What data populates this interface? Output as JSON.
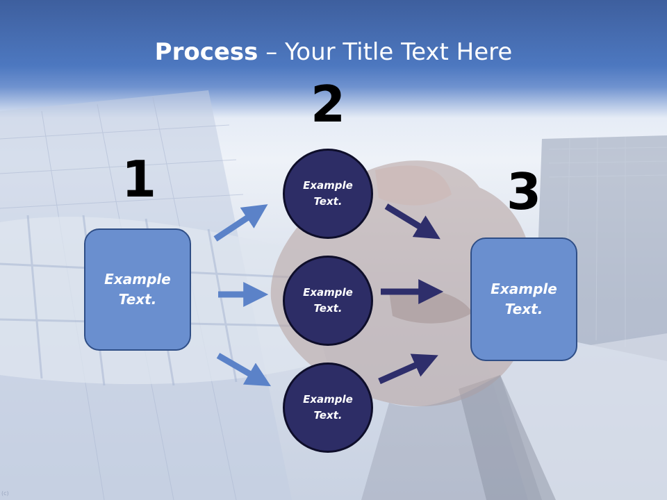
{
  "title": {
    "bold": "Process",
    "dash": " – ",
    "rest": "Your Title Text Here"
  },
  "steps": [
    {
      "number": "1",
      "text": "Example\nText."
    },
    {
      "number": "2",
      "items": [
        "Example\nText.",
        "Example\nText.",
        "Example\nText."
      ]
    },
    {
      "number": "3",
      "text": "Example\nText."
    }
  ],
  "colors": {
    "header": "#4d78c0",
    "box": "#6a8fcf",
    "circle": "#2d2d66",
    "arrow_light": "#5b82c8",
    "arrow_dark": "#2e2e6b"
  },
  "corner_mark": "(c)"
}
